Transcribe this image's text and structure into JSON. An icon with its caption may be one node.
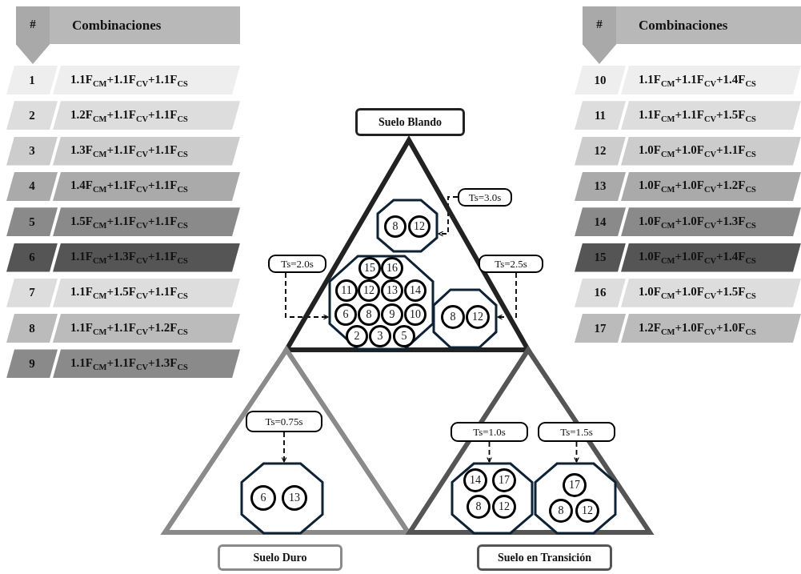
{
  "diagram": {
    "nodes": [
      {
        "text": [
          "Suelo Blando"
        ]
      },
      {
        "text": [],
        "shape": "octagon",
        "in": 0
      },
      {
        "text": [
          "8"
        ],
        "in": 1
      },
      {
        "text": [
          "12"
        ],
        "in": 1
      },
      {
        "text": [],
        "shape": "octagon",
        "in": 0
      },
      {
        "text": [
          "15"
        ],
        "in": 4
      },
      {
        "text": [
          "16"
        ],
        "in": 4
      },
      {
        "text": [
          "11"
        ],
        "in": 4
      },
      {
        "text": [
          "12"
        ],
        "in": 4
      },
      {
        "text": [
          "13"
        ],
        "in": 4
      },
      {
        "text": [
          "14"
        ],
        "in": 4
      },
      {
        "text": [
          "6"
        ],
        "in": 4
      },
      {
        "text": [
          "8"
        ],
        "in": 4
      },
      {
        "text": [
          "9"
        ],
        "in": 4
      },
      {
        "text": [
          "10"
        ],
        "in": 4
      },
      {
        "text": [
          "2"
        ],
        "in": 4
      },
      {
        "text": [
          "3"
        ],
        "in": 4
      },
      {
        "text": [
          "5"
        ],
        "in": 4
      },
      {
        "text": [],
        "shape": "octagon",
        "in": 0
      },
      {
        "text": [
          "8"
        ],
        "in": 18
      },
      {
        "text": [
          "12"
        ],
        "in": 18
      },
      {
        "text": [
          "Ts=3.0s"
        ]
      },
      {
        "text": [
          "Ts=2.0s"
        ]
      },
      {
        "text": [
          "Ts=2.5s"
        ]
      },
      {
        "text": [
          "Suelo Duro"
        ]
      },
      {
        "text": [
          "Ts=0.75s"
        ],
        "in": 24
      },
      {
        "text": [],
        "shape": "octagon",
        "in": 24
      },
      {
        "text": [
          "6"
        ],
        "in": 26
      },
      {
        "text": [
          "13"
        ],
        "in": 26
      },
      {
        "text": [
          "Suelo en Transición"
        ]
      },
      {
        "text": [
          "Ts=1.0s"
        ],
        "in": 29
      },
      {
        "text": [
          "Ts=1.5s"
        ],
        "in": 29
      },
      {
        "text": [],
        "shape": "octagon",
        "in": 29
      },
      {
        "text": [
          "14"
        ],
        "in": 32
      },
      {
        "text": [
          "17"
        ],
        "in": 32
      },
      {
        "text": [
          "8"
        ],
        "in": 32
      },
      {
        "text": [
          "12"
        ],
        "in": 32
      },
      {
        "text": [],
        "shape": "octagon",
        "in": 29
      },
      {
        "text": [
          "17"
        ],
        "in": 37
      },
      {
        "text": [
          "8"
        ],
        "in": 37
      },
      {
        "text": [
          "12"
        ],
        "in": 37
      }
    ],
    "edges": [
      {
        "from": 21,
        "to": 1,
        "arrow": "to",
        "style": "dashed"
      },
      {
        "from": 22,
        "to": 4,
        "arrow": "to",
        "style": "dashed"
      },
      {
        "from": 23,
        "to": 18,
        "arrow": "to",
        "style": "dashed"
      },
      {
        "from": 25,
        "to": 26,
        "arrow": "to",
        "style": "dashed"
      },
      {
        "from": 30,
        "to": 32,
        "arrow": "to",
        "style": "dashed"
      },
      {
        "from": 31,
        "to": 37,
        "arrow": "to",
        "style": "dashed"
      }
    ],
    "labels": [
      "#",
      "Combinaciones",
      "1",
      "1.1F$_{CM}$+1.1F$_{CV}$+1.1F$_{CS}$",
      "2",
      "1.2F$_{CM}$+1.1F$_{CV}$+1.1F$_{CS}$",
      "3",
      "1.3F$_{CM}$+1.1F$_{CV}$+1.1F$_{CS}$",
      "4",
      "1.4F$_{CM}$+1.1F$_{CV}$+1.1F$_{CS}$",
      "5",
      "1.5F$_{CM}$+1.1F$_{CV}$+1.1F$_{CS}$",
      "6",
      "1.1F$_{CM}$+1.3F$_{CV}$+1.1F$_{CS}$",
      "7",
      "1.1F$_{CM}$+1.5F$_{CV}$+1.1F$_{CS}$",
      "8",
      "1.1F$_{CM}$+1.1F$_{CV}$+1.2F$_{CS}$",
      "9",
      "1.1F$_{CM}$+1.1F$_{CV}$+1.3F$_{CS}$",
      "#",
      "Combinaciones",
      "10",
      "1.1F$_{CM}$+1.1F$_{CV}$+1.4F$_{CS}$",
      "11",
      "1.1F$_{CM}$+1.1F$_{CV}$+1.5F$_{CS}$",
      "12",
      "1.0F$_{CM}$+1.0F$_{CV}$+1.1F$_{CS}$",
      "13",
      "1.0F$_{CM}$+1.0F$_{CV}$+1.2F$_{CS}$",
      "14",
      "1.0F$_{CM}$+1.0F$_{CV}$+1.3F$_{CS}$",
      "15",
      "1.0F$_{CM}$+1.0F$_{CV}$+1.4F$_{CS}$",
      "16",
      "1.0F$_{CM}$+1.0F$_{CV}$+1.5F$_{CS}$",
      "17",
      "1.2F$_{CM}$+1.0F$_{CV}$+1.0F$_{CS}$"
    ]
  }
}
